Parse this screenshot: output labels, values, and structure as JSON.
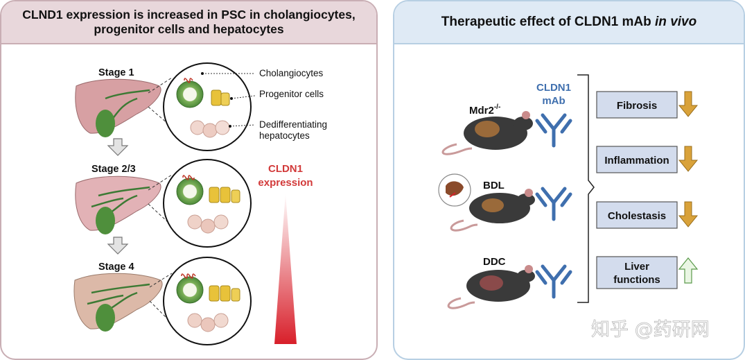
{
  "left_panel": {
    "title_line1": "CLND1 expression is increased in PSC in cholangiocytes,",
    "title_line2": "progenitor cells and hepatocytes",
    "stages": [
      "Stage 1",
      "Stage 2/3",
      "Stage 4"
    ],
    "cell_labels": {
      "cholangiocytes": "Cholangiocytes",
      "progenitor": "Progenitor cells",
      "dediff_line1": "Dedifferentiating",
      "dediff_line2": "hepatocytes"
    },
    "expression_line1": "CLDN1",
    "expression_line2": "expression"
  },
  "right_panel": {
    "title_prefix": "Therapeutic effect of CLDN1 mAb ",
    "title_italic": "in vivo",
    "mab_line1": "CLDN1",
    "mab_line2": "mAb",
    "models": {
      "mdr2": "Mdr2",
      "mdr2_sup": "-/-",
      "bdl": "BDL",
      "ddc": "DDC"
    },
    "effects": [
      {
        "label": "Fibrosis",
        "direction": "down"
      },
      {
        "label": "Inflammation",
        "direction": "down"
      },
      {
        "label": "Cholestasis",
        "direction": "down"
      },
      {
        "label_line1": "Liver",
        "label_line2": "functions",
        "direction": "up"
      }
    ]
  },
  "watermark": "知乎 @药研网",
  "colors": {
    "left_border": "#c9aeb4",
    "left_header_bg": "#e8d7db",
    "right_border": "#b7cfe3",
    "right_header_bg": "#dfeaf5",
    "expression_red": "#d23a3a",
    "antibody_blue": "#3f6fae",
    "down_arrow": "#d9a23a",
    "up_arrow": "#eaf6e4",
    "effect_box": "#d3dced"
  }
}
